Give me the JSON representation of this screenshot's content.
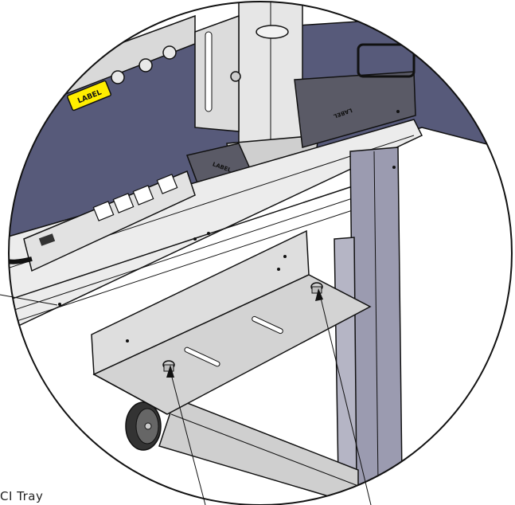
{
  "caption": "CI  Tray",
  "labels": {
    "yellow_label": "LABEL",
    "plate_label": "LABEL",
    "tray_label": "LABEL"
  },
  "colors": {
    "panel": "#575a7a",
    "bar": "#e8e8e8",
    "steel": "#d6d6d6",
    "frame": "#9b9bb0",
    "sticker": "#ffee00"
  }
}
